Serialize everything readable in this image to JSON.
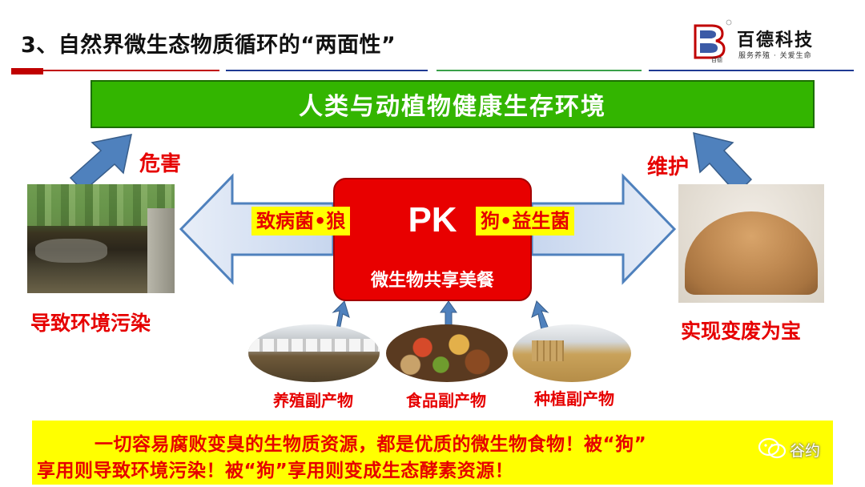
{
  "title": "3、自然界微生态物质循环的“两面性”",
  "logo": {
    "name": "百德科技",
    "slogan": "服务养殖 · 关爱生命",
    "badge": "百德"
  },
  "banner": "人类与动植物健康生存环境",
  "left": {
    "arrow_label": "危害",
    "caption": "导致环境污染",
    "tag": "致病菌•狼"
  },
  "right": {
    "arrow_label": "维护",
    "caption": "实现变废为宝",
    "tag": "狗•益生菌"
  },
  "center": {
    "pk": "PK",
    "subtitle": "微生物共享美餐"
  },
  "sources": [
    {
      "label": "养殖副产物"
    },
    {
      "label": "食品副产物"
    },
    {
      "label": "种植副产物"
    }
  ],
  "footer": {
    "line1": "一切容易腐败变臭的生物质资源，都是优质的微生物食物！被“狗”",
    "line2": "享用则导致环境污染！被“狗”享用则变成生态酵素资源！"
  },
  "watermark": "谷约",
  "colors": {
    "banner_green": "#33b500",
    "pk_red": "#e80000",
    "tag_yellow": "#ffff00",
    "text_red": "#e60000",
    "arrow_blue": "#4f81bd"
  }
}
